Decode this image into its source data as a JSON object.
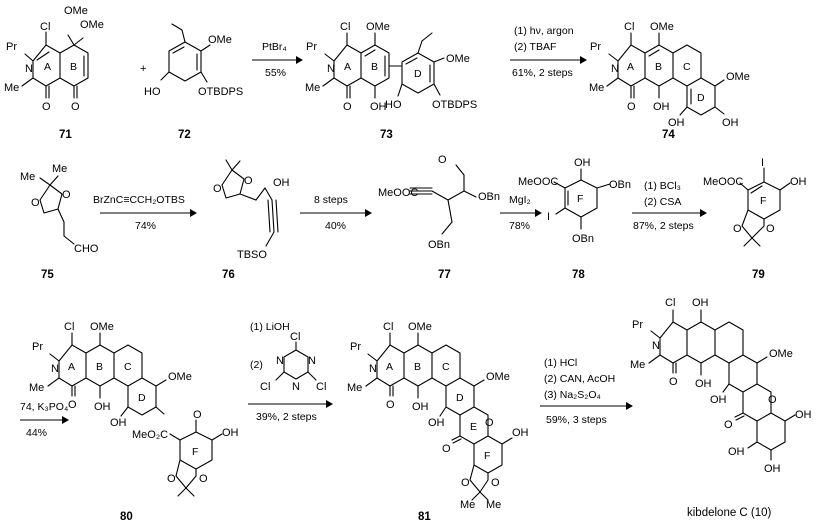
{
  "scheme_title": "",
  "colors": {
    "ink": "#000000",
    "background": "#ffffff"
  },
  "compounds": {
    "c71": {
      "id": "71",
      "atoms": {
        "cl": "Cl",
        "ome1": "OMe",
        "ome2": "OMe",
        "pr": "Pr",
        "n": "N",
        "me": "Me",
        "o1": "O",
        "o2": "O"
      }
    },
    "c72": {
      "id": "72",
      "atoms": {
        "ome": "OMe",
        "ho": "HO",
        "otbdps": "OTBDPS"
      }
    },
    "c73": {
      "id": "73",
      "atoms": {
        "cl": "Cl",
        "ome1": "OMe",
        "ome2": "OMe",
        "pr": "Pr",
        "n": "N",
        "me": "Me",
        "o": "O",
        "oh": "OH",
        "ho": "HO",
        "otbdps": "OTBDPS"
      }
    },
    "c74": {
      "id": "74",
      "atoms": {
        "cl": "Cl",
        "ome1": "OMe",
        "ome2": "OMe",
        "pr": "Pr",
        "n": "N",
        "me": "Me",
        "o": "O",
        "oh1": "OH",
        "oh2": "OH",
        "oh3": "OH"
      }
    },
    "c75": {
      "id": "75",
      "atoms": {
        "me": "Me",
        "me2": "Me",
        "o1": "O",
        "o2": "O",
        "cho": "CHO"
      }
    },
    "c76": {
      "id": "76",
      "atoms": {
        "oh": "OH",
        "tbso": "TBSO",
        "o1": "O",
        "o2": "O"
      }
    },
    "c77": {
      "id": "77",
      "atoms": {
        "meooc": "MeOOC",
        "o": "O",
        "obn1": "OBn",
        "obn2": "OBn"
      }
    },
    "c78": {
      "id": "78",
      "atoms": {
        "meooc": "MeOOC",
        "oh": "OH",
        "obn1": "OBn",
        "obn2": "OBn",
        "i": "I"
      }
    },
    "c79": {
      "id": "79",
      "atoms": {
        "meooc": "MeOOC",
        "i": "I",
        "oh": "OH",
        "o1": "O",
        "o2": "O"
      }
    },
    "c80": {
      "id": "80",
      "atoms": {
        "cl": "Cl",
        "ome1": "OMe",
        "ome2": "OMe",
        "pr": "Pr",
        "n": "N",
        "me": "Me",
        "o": "O",
        "oh1": "OH",
        "oh2": "OH",
        "o_link": "O",
        "meo2c": "MeO₂C",
        "oh3": "OH",
        "o3": "O",
        "o4": "O"
      }
    },
    "c81": {
      "id": "81",
      "atoms": {
        "cl": "Cl",
        "ome1": "OMe",
        "ome2": "OMe",
        "pr": "Pr",
        "n": "N",
        "me": "Me",
        "o": "O",
        "oh1": "OH",
        "oh2": "OH",
        "o_ring": "O",
        "oh3": "OH",
        "o_ket": "O",
        "o3": "O",
        "o4": "O",
        "me2": "Me",
        "me3": "Me"
      }
    },
    "c10": {
      "label": "kibdelone C (10)",
      "atoms": {
        "cl": "Cl",
        "oh_top": "OH",
        "ome": "OMe",
        "pr": "Pr",
        "n": "N",
        "me": "Me",
        "o": "O",
        "oh1": "OH",
        "oh2": "OH",
        "o_ring": "O",
        "o_ket": "O",
        "oh3": "OH",
        "oh4": "OH",
        "oh5": "OH"
      }
    }
  },
  "rings": {
    "a": "A",
    "b": "B",
    "c": "C",
    "d": "D",
    "e": "E",
    "f": "F"
  },
  "plus": "+",
  "reactions": {
    "r1": {
      "above": "PtBr₄",
      "below": "55%"
    },
    "r2": {
      "above1": "(1) hν, argon",
      "above2": "(2) TBAF",
      "below": "61%, 2 steps"
    },
    "r3": {
      "above": "BrZnC≡CCH₂OTBS",
      "below": "74%"
    },
    "r4": {
      "above": "8 steps",
      "below": "40%"
    },
    "r5": {
      "above": "MgI₂",
      "below": "78%"
    },
    "r6": {
      "above1": "(1) BCl₃",
      "above2": "(2) CSA",
      "below": "87%, 2 steps"
    },
    "r7": {
      "above": "74, K₃PO₄",
      "below": "44%"
    },
    "r8": {
      "above1": "(1) LiOH",
      "above2": "(2)",
      "reagent_atoms": {
        "cl1": "Cl",
        "cl2": "Cl",
        "cl3": "Cl",
        "n1": "N",
        "n2": "N",
        "n3": "N"
      },
      "below": "39%, 2 steps"
    },
    "r9": {
      "above1": "(1) HCl",
      "above2": "(2) CAN, AcOH",
      "above3": "(3) Na₂S₂O₄",
      "below": "59%, 3 steps"
    }
  }
}
